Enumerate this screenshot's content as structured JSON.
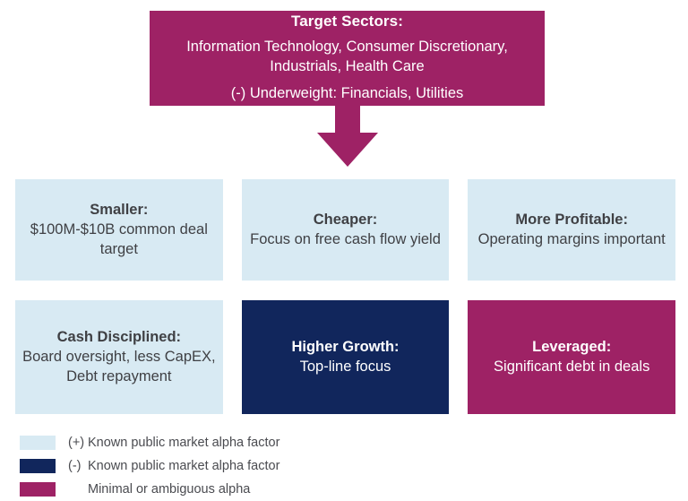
{
  "banner": {
    "title": "Target Sectors:",
    "sectors": "Information Technology, Consumer Discretionary, Industrials, Health Care",
    "underweight": "(-) Underweight: Financials, Utilities"
  },
  "arrow": {
    "icon": "down-arrow-icon",
    "color": "#9E2265"
  },
  "colors": {
    "magenta": "#9E2265",
    "navy": "#11265C",
    "light_blue": "#D8EAF3",
    "text": "#3f4044"
  },
  "grid": {
    "rows": [
      {
        "cells": [
          {
            "title": "Smaller:",
            "body": "$100M-$10B common deal target",
            "style": "lightblue",
            "name": "cell-smaller"
          },
          {
            "title": "Cheaper:",
            "body": "Focus on free cash flow yield",
            "style": "lightblue",
            "name": "cell-cheaper"
          },
          {
            "title": "More Profitable:",
            "body": "Operating margins important",
            "style": "lightblue",
            "name": "cell-more-profitable"
          }
        ]
      },
      {
        "cells": [
          {
            "title": "Cash Disciplined:",
            "body": "Board oversight, less CapEX, Debt repayment",
            "style": "lightblue",
            "name": "cell-cash-disciplined"
          },
          {
            "title": "Higher Growth:",
            "body": "Top-line focus",
            "style": "navy",
            "name": "cell-higher-growth"
          },
          {
            "title": "Leveraged:",
            "body": "Significant debt in deals",
            "style": "magenta",
            "name": "cell-leveraged"
          }
        ]
      }
    ]
  },
  "legend": {
    "items": [
      {
        "style": "lightblue",
        "sign": "(+)",
        "label": "Known public market alpha factor",
        "name": "legend-item-positive-alpha"
      },
      {
        "style": "navy",
        "sign": "(-)",
        "label": "Known public market alpha factor",
        "name": "legend-item-negative-alpha"
      },
      {
        "style": "magenta",
        "sign": "",
        "label": "Minimal or ambiguous alpha",
        "name": "legend-item-minimal-alpha"
      }
    ]
  }
}
